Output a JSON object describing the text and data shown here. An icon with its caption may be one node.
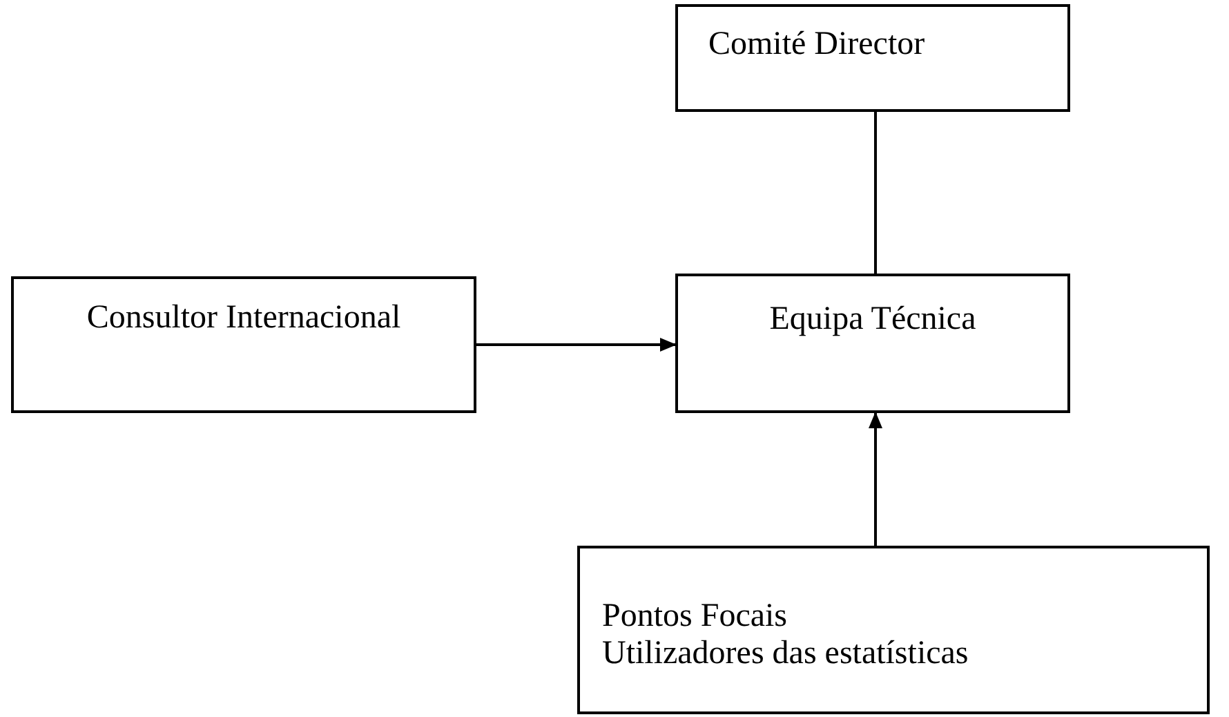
{
  "diagram": {
    "nodes": [
      {
        "text": [
          "Comité Director"
        ]
      },
      {
        "text": [
          "Consultor Internacional"
        ]
      },
      {
        "text": [
          "Equipa Técnica"
        ]
      },
      {
        "text": [
          "Pontos Focais",
          "Utilizadores das estatísticas"
        ]
      }
    ],
    "edges": [
      {
        "from": 0,
        "to": 2,
        "arrow": "none"
      },
      {
        "from": 1,
        "to": 2,
        "arrow": "to"
      },
      {
        "from": 3,
        "to": 2,
        "arrow": "to"
      }
    ]
  }
}
